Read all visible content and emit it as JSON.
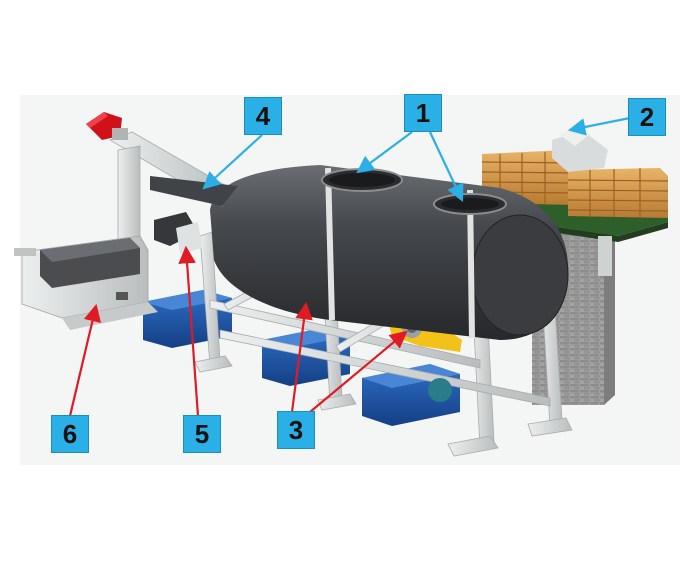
{
  "callouts": [
    {
      "label": "1",
      "arrow_color": "#2ab0e6"
    },
    {
      "label": "2",
      "arrow_color": "#2ab0e6"
    },
    {
      "label": "3",
      "arrow_color": "#e01b24"
    },
    {
      "label": "4",
      "arrow_color": "#2ab0e6"
    },
    {
      "label": "5",
      "arrow_color": "#e01b24"
    },
    {
      "label": "6",
      "arrow_color": "#e01b24"
    }
  ],
  "colors": {
    "drum": "#3d3f43",
    "frame": "#d6d8d8",
    "tanks": "#1c56a8",
    "wood_pallets": "#d59a4b",
    "conveyor_belt": "#2e5e2a",
    "motor": "#d0111a",
    "brick_pillar": "#9a9a9a",
    "callout_box": "#2ab0e6"
  },
  "icons": [
    "drum-shape",
    "screw-conveyor-shape",
    "wood-pallet-shape",
    "machine-frame-shape"
  ]
}
